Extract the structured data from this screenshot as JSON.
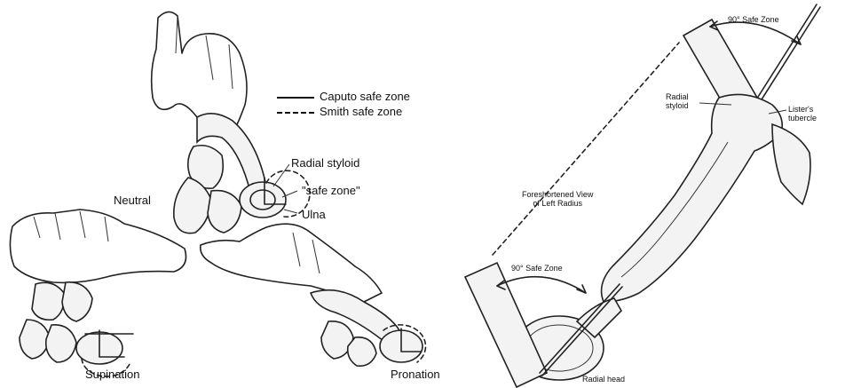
{
  "left_panel": {
    "legend": {
      "solid_label": "Caputo safe zone",
      "dashed_label": "Smith safe zone"
    },
    "labels": {
      "neutral": "Neutral",
      "radial_styloid": "Radial styloid",
      "safe_zone": "\"safe zone\"",
      "ulna": "Ulna",
      "supination": "Supination",
      "pronation": "Pronation"
    }
  },
  "right_panel": {
    "labels": {
      "safe_zone_top": "90° Safe Zone",
      "radial_styloid": "Radial\nstyloid",
      "listers_tubercle": "Lister's\ntubercle",
      "foreshortened_view": "Foreshortened View\nof Left Radius",
      "safe_zone_bottom": "90° Safe Zone",
      "radial_head": "Radial head"
    }
  }
}
